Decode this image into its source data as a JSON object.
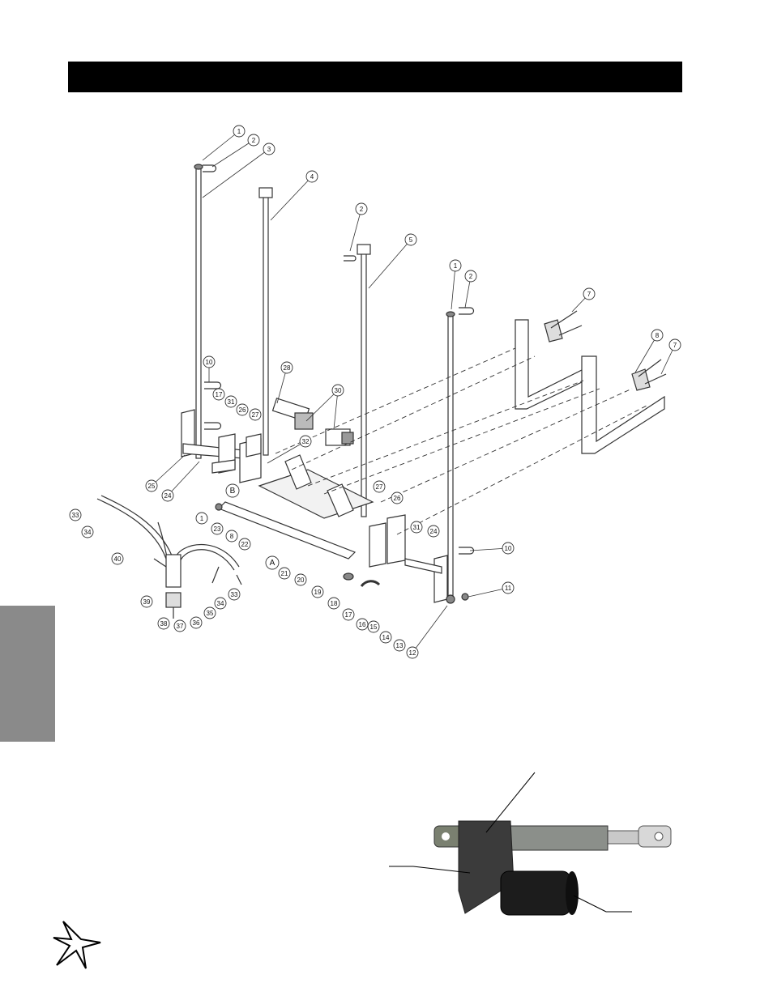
{
  "header": {
    "title": ""
  },
  "diagram": {
    "callouts": [
      "1",
      "2",
      "3",
      "4",
      "2",
      "5",
      "1",
      "2",
      "7",
      "8",
      "7",
      "10",
      "28",
      "30",
      "17",
      "31",
      "26",
      "27",
      "32",
      "25",
      "24",
      "B",
      "1",
      "23",
      "8",
      "22",
      "A",
      "21",
      "20",
      "19",
      "18",
      "17",
      "16",
      "15",
      "14",
      "13",
      "12",
      "11",
      "10",
      "24",
      "31",
      "26",
      "27",
      "33",
      "34",
      "40",
      "39",
      "38",
      "37",
      "36",
      "35",
      "34",
      "33"
    ]
  },
  "colors": {
    "header_bar": "#000000",
    "side_tab": "#8a8a8a",
    "line_art": "#333333"
  },
  "icons": {
    "logo": "star-burst-logo-icon"
  }
}
